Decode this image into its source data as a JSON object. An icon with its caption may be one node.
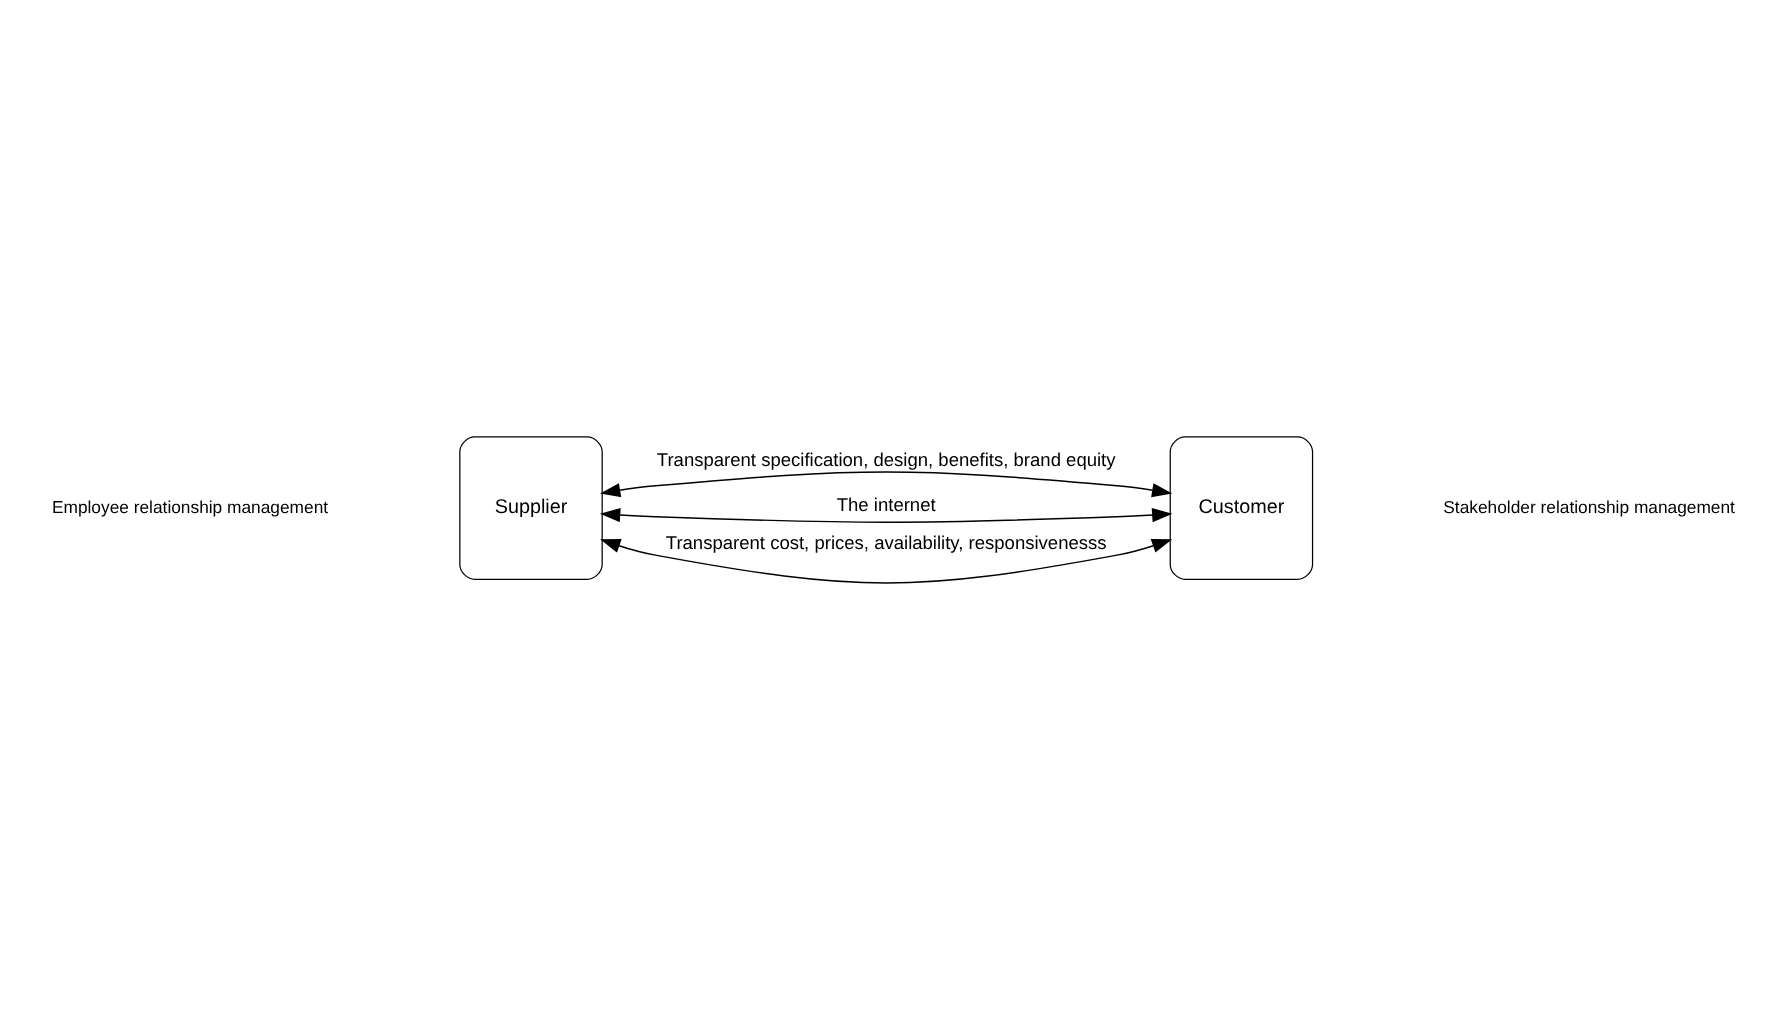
{
  "diagram": {
    "nodes": [
      {
        "text": [
          "Supplier"
        ]
      },
      {
        "text": [
          "Customer"
        ]
      }
    ],
    "edges": [
      {
        "from": 0,
        "to": 1,
        "arrow": "both",
        "label": "Transparent specification, design, benefits, brand equity"
      },
      {
        "from": 0,
        "to": 1,
        "arrow": "both",
        "label": "The internet"
      },
      {
        "from": 0,
        "to": 1,
        "arrow": "both",
        "label": "Transparent cost, prices, availability, responsivenesss"
      }
    ],
    "labels": [
      "Employee relationship management",
      "Stakeholder relationship management"
    ]
  }
}
